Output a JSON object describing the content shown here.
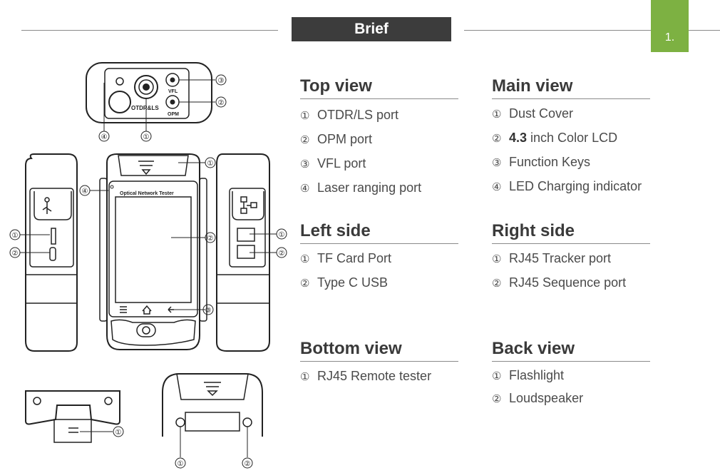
{
  "header": {
    "title": "Brief",
    "page_number": "1."
  },
  "sections": {
    "top_view": {
      "title": "Top view",
      "items": [
        {
          "num": "①",
          "text": "OTDR/LS  port"
        },
        {
          "num": "②",
          "text": "OPM  port"
        },
        {
          "num": "③",
          "text": "VFL  port"
        },
        {
          "num": "④",
          "text": "Laser ranging port"
        }
      ]
    },
    "main_view": {
      "title": "Main view",
      "items": [
        {
          "num": "①",
          "text": "Dust Cover"
        },
        {
          "num": "②",
          "bold": "4.3",
          "text": " inch Color LCD"
        },
        {
          "num": "③",
          "text": "Function Keys"
        },
        {
          "num": "④",
          "text": "LED Charging indicator"
        }
      ]
    },
    "left_side": {
      "title": "Left side",
      "items": [
        {
          "num": "①",
          "text": "TF Card Port"
        },
        {
          "num": "②",
          "text": "Type C USB"
        }
      ]
    },
    "right_side": {
      "title": "Right side",
      "items": [
        {
          "num": "①",
          "text": "RJ45 Tracker port"
        },
        {
          "num": "②",
          "text": "RJ45 Sequence port"
        }
      ]
    },
    "bottom_view": {
      "title": "Bottom view",
      "items": [
        {
          "num": "①",
          "text": "RJ45 Remote tester"
        }
      ]
    },
    "back_view": {
      "title": "Back view",
      "items": [
        {
          "num": "①",
          "text": "Flashlight"
        },
        {
          "num": "②",
          "text": "Loudspeaker"
        }
      ]
    }
  },
  "figure": {
    "top": {
      "otdr_label": "OTDR&LS",
      "vfl_label": "VFL",
      "opm_label": "OPM",
      "callouts": [
        "③",
        "②",
        "④",
        "①"
      ]
    },
    "front": {
      "screen_label": "Optical Network Tester",
      "callouts": [
        "①",
        "④",
        "②",
        "③"
      ]
    },
    "left": {
      "callouts": [
        "①",
        "②"
      ]
    },
    "right": {
      "callouts": [
        "①",
        "②"
      ]
    },
    "bottom": {
      "callouts": [
        "①"
      ]
    },
    "back": {
      "callouts": [
        "①",
        "②"
      ]
    }
  }
}
